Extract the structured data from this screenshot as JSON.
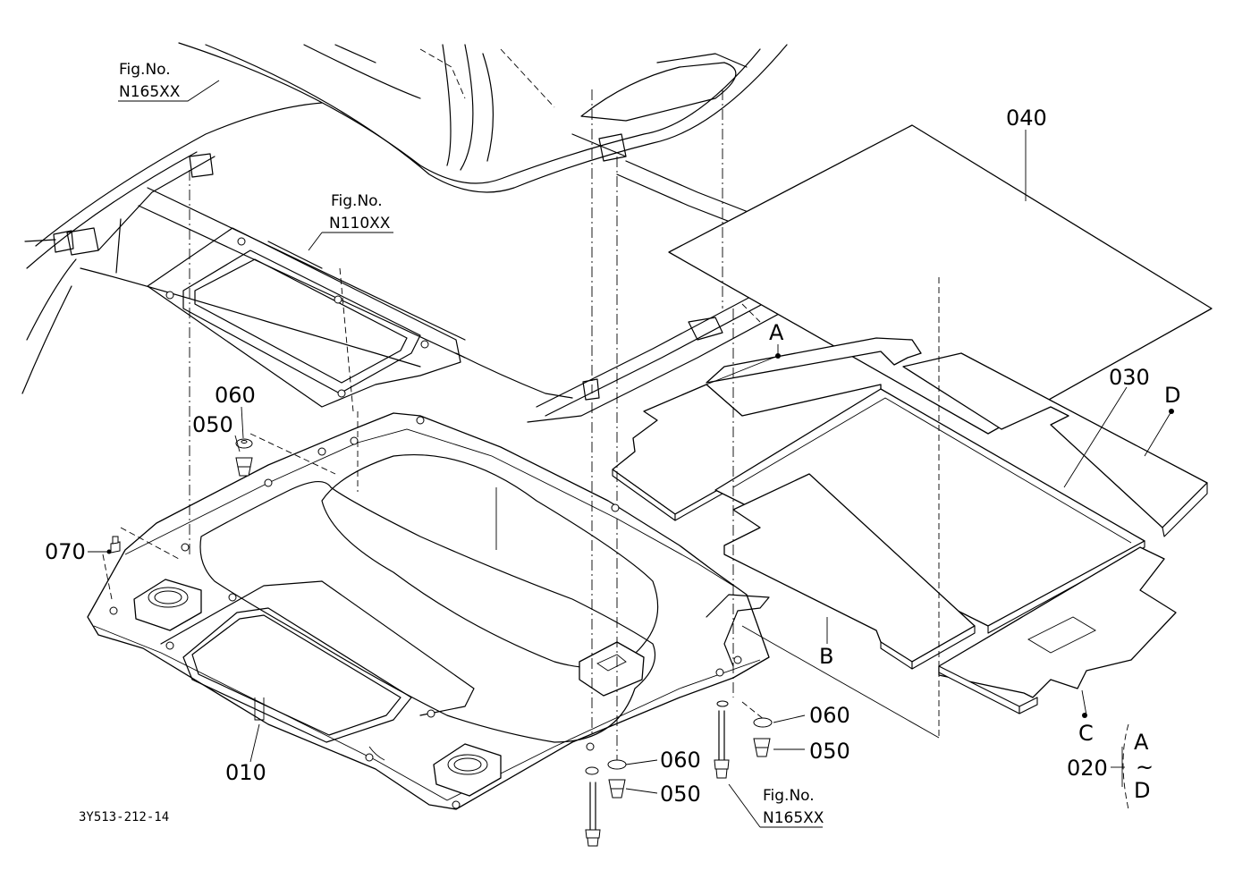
{
  "part_labels": {
    "p010": "010",
    "p020": "020",
    "p030": "030",
    "p040": "040",
    "p050_a": "050",
    "p050_b": "050",
    "p050_c": "050",
    "p060_a": "060",
    "p060_b": "060",
    "p060_c": "060",
    "p070": "070"
  },
  "letters": {
    "a": "A",
    "b": "B",
    "c": "C",
    "d": "D"
  },
  "range": {
    "from": "A",
    "tilde": "~",
    "to": "D"
  },
  "fig_refs": [
    {
      "fig": "Fig.No.",
      "num": "N165XX"
    },
    {
      "fig": "Fig.No.",
      "num": "N110XX"
    },
    {
      "fig": "Fig.No.",
      "num": "N165XX"
    }
  ],
  "drawing_code": "3Y513-212-14"
}
